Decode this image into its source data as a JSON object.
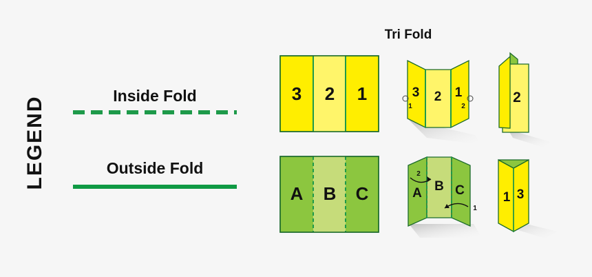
{
  "title": "Tri Fold",
  "legend": {
    "heading": "LEGEND",
    "inside_fold_label": "Inside Fold",
    "outside_fold_label": "Outside Fold"
  },
  "colors": {
    "inside_fold_line": "#1e9a4a",
    "outside_fold_line": "#0f9a44",
    "inside_panel_yellow": "#ffee00",
    "inside_panel_light_yellow": "#fff56a",
    "outside_panel_green": "#8cc63f",
    "outside_panel_light_green": "#c6dc7a",
    "panel_border": "#1c6b2c",
    "background": "#f6f6f6"
  },
  "inside_flat": {
    "panels": [
      "3",
      "2",
      "1"
    ]
  },
  "inside_folding": {
    "panels": [
      "3",
      "2",
      "1"
    ],
    "fold_markers": [
      "1",
      "2"
    ]
  },
  "inside_folded": {
    "panel": "2"
  },
  "outside_flat": {
    "panels": [
      "A",
      "B",
      "C"
    ]
  },
  "outside_folding": {
    "panels": [
      "A",
      "B",
      "C"
    ],
    "fold_markers": [
      "2",
      "1"
    ]
  },
  "outside_folded": {
    "panels": [
      "1",
      "3"
    ]
  }
}
